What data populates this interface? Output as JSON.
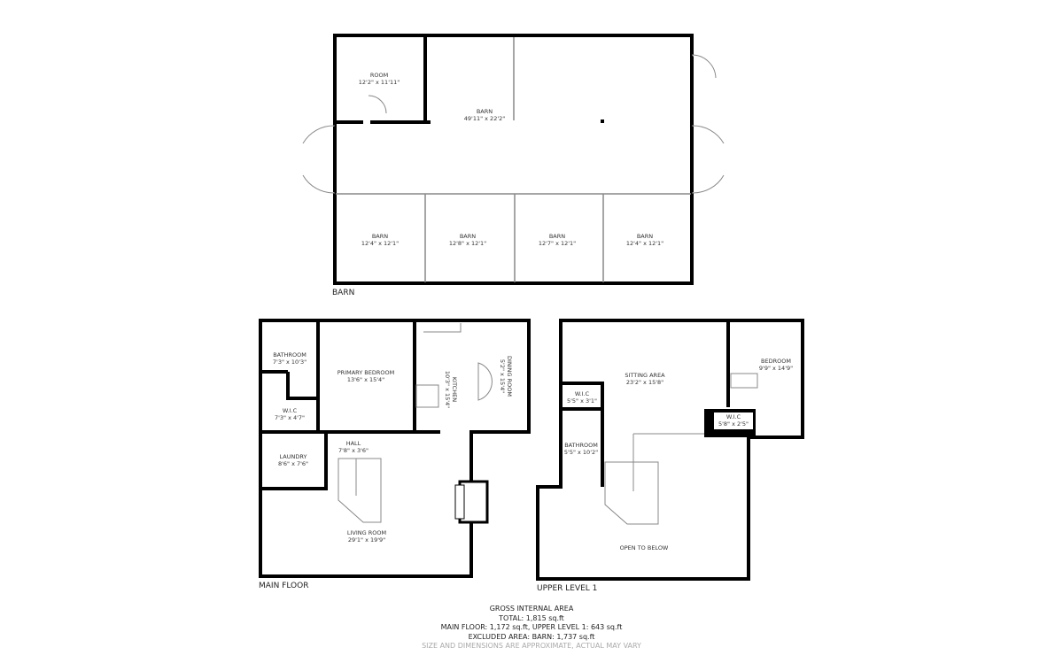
{
  "barn": {
    "caption": "BARN",
    "rooms": [
      {
        "name": "ROOM",
        "size": "12'2\" x 11'11\""
      },
      {
        "name": "BARN",
        "size": "49'11\" x 22'2\""
      },
      {
        "name": "BARN",
        "size": "12'4\" x 12'1\""
      },
      {
        "name": "BARN",
        "size": "12'8\" x 12'1\""
      },
      {
        "name": "BARN",
        "size": "12'7\" x 12'1\""
      },
      {
        "name": "BARN",
        "size": "12'4\" x 12'1\""
      }
    ]
  },
  "main_floor": {
    "caption": "MAIN FLOOR",
    "rooms": [
      {
        "name": "BATHROOM",
        "size": "7'3\" x 10'3\""
      },
      {
        "name": "PRIMARY BEDROOM",
        "size": "13'6\" x 15'4\""
      },
      {
        "name": "KITCHEN",
        "size": "10'3\" x 15'4\""
      },
      {
        "name": "DINING ROOM",
        "size": "5'2\" x 15'4\""
      },
      {
        "name": "W.I.C",
        "size": "7'3\" x 4'7\""
      },
      {
        "name": "HALL",
        "size": "7'8\" x 3'6\""
      },
      {
        "name": "LAUNDRY",
        "size": "8'6\" x 7'6\""
      },
      {
        "name": "LIVING ROOM",
        "size": "29'1\" x 19'9\""
      }
    ]
  },
  "upper_level": {
    "caption": "UPPER LEVEL 1",
    "rooms": [
      {
        "name": "SITTING AREA",
        "size": "23'2\" x 15'8\""
      },
      {
        "name": "BEDROOM",
        "size": "9'9\" x 14'9\""
      },
      {
        "name": "W.I.C",
        "size": "5'5\" x 3'1\""
      },
      {
        "name": "W.I.C",
        "size": "5'8\" x 2'5\""
      },
      {
        "name": "BATHROOM",
        "size": "5'5\" x 10'2\""
      },
      {
        "name": "OPEN TO BELOW",
        "size": ""
      }
    ]
  },
  "summary": {
    "title": "GROSS INTERNAL AREA",
    "total": "TOTAL: 1,815 sq.ft",
    "floors": "MAIN FLOOR: 1,172 sq.ft, UPPER LEVEL 1: 643 sq.ft",
    "excluded": "EXCLUDED AREA: BARN: 1,737 sq.ft",
    "disclaimer": "SIZE AND DIMENSIONS ARE APPROXIMATE, ACTUAL MAY VARY"
  },
  "colors": {
    "wall": "#000000",
    "window": "#bbbbbb",
    "muted_text": "#aaaaaa"
  }
}
